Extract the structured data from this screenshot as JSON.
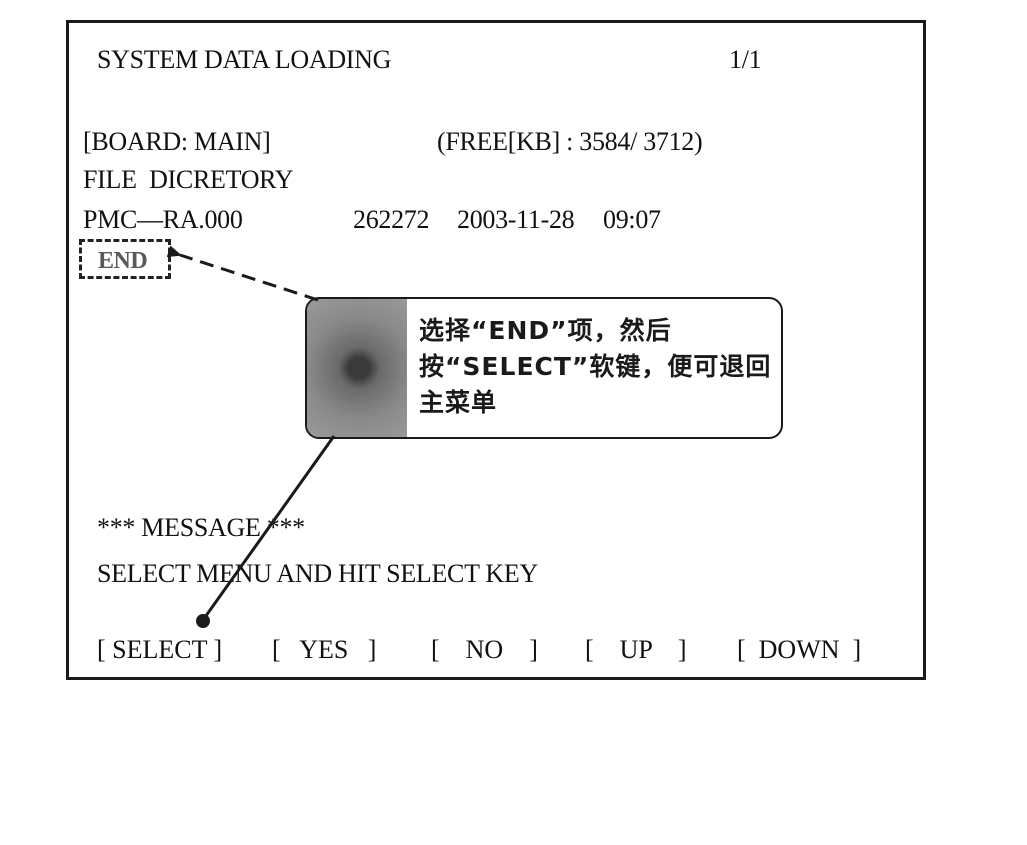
{
  "screen": {
    "title": "SYSTEM DATA LOADING",
    "page_indicator": "1/1",
    "board": "[BOARD: MAIN]",
    "free_kb": "(FREE[KB] : 3584/ 3712)",
    "directory_label": "FILE  DICRETORY",
    "files": [
      {
        "name": "PMC—RA.000",
        "size": "262272",
        "date": "2003-11-28",
        "time": "09:07"
      }
    ],
    "end_item": "END"
  },
  "message": {
    "header": "*** MESSAGE ***",
    "text": "SELECT MENU AND HIT SELECT KEY"
  },
  "softkeys": {
    "select": "[ SELECT ]",
    "yes": "[   YES   ]",
    "no": "[    NO    ]",
    "up": "[    UP    ]",
    "down": "[  DOWN  ]"
  },
  "callout": {
    "text": "选择“END”项，然后按“SELECT”软键，便可退回主菜单"
  },
  "colors": {
    "text": "#111111",
    "border": "#1a1a1a",
    "end_text": "#5a5a5a",
    "callout_panel": "#8a8a8a"
  }
}
